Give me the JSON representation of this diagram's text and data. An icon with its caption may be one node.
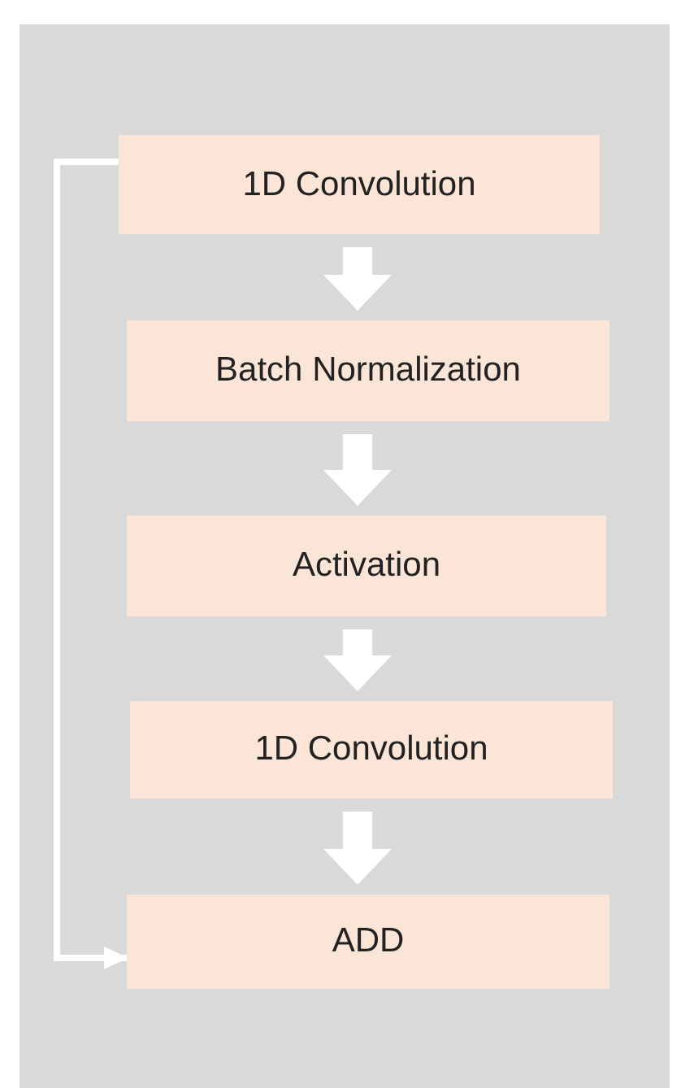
{
  "diagram": {
    "nodes": [
      {
        "text": [
          "1D Convolution"
        ]
      },
      {
        "text": [
          "Batch Normalization"
        ]
      },
      {
        "text": [
          "Activation"
        ]
      },
      {
        "text": [
          "1D Convolution"
        ]
      },
      {
        "text": [
          "ADD"
        ]
      }
    ],
    "edges": [
      {
        "from": 0,
        "to": 1,
        "arrow": "to"
      },
      {
        "from": 1,
        "to": 2,
        "arrow": "to"
      },
      {
        "from": 2,
        "to": 3,
        "arrow": "to"
      },
      {
        "from": 3,
        "to": 4,
        "arrow": "to"
      },
      {
        "from": 0,
        "to": 4,
        "arrow": "to"
      }
    ]
  }
}
